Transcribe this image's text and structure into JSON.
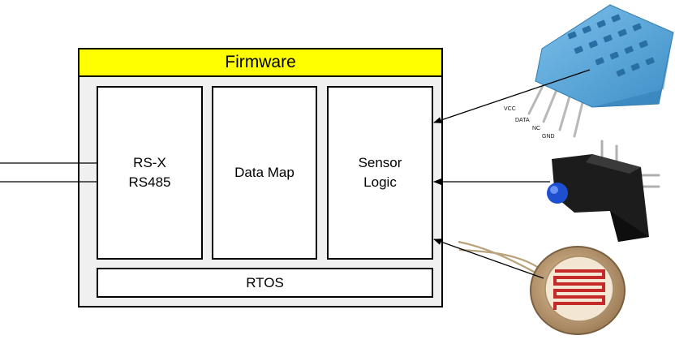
{
  "firmware": {
    "title": "Firmware",
    "modules": {
      "rs": {
        "line1": "RS-X",
        "line2": "RS485"
      },
      "datamap": {
        "label": "Data Map"
      },
      "sensor": {
        "line1": "Sensor",
        "line2": "Logic"
      },
      "rtos": {
        "label": "RTOS"
      }
    }
  },
  "sensors": {
    "humidity": {
      "icon": "humidity-sensor-icon",
      "pins": [
        "VCC",
        "DATA",
        "NC",
        "GND"
      ]
    },
    "optical": {
      "icon": "optical-sensor-icon"
    },
    "light": {
      "icon": "photoresistor-icon"
    }
  },
  "colors": {
    "title_bar": "#ffff00",
    "panel": "#f0f0f0",
    "sensor_blue": "#5ba8dc",
    "sensor_dark": "#1c1c1c",
    "ldr_track": "#c42a2a"
  }
}
